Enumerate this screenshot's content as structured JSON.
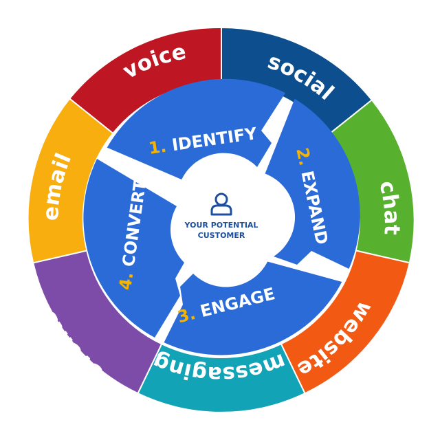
{
  "ring": [
    {
      "label": "voice",
      "color": "#be1622"
    },
    {
      "label": "social",
      "color": "#0d4e8e"
    },
    {
      "label": "chat",
      "color": "#57b12f"
    },
    {
      "label": "website",
      "color": "#f25a14"
    },
    {
      "label": "messaging",
      "color": "#13a3b6"
    },
    {
      "label": "events",
      "color": "#7d4ca8"
    },
    {
      "label": "email",
      "color": "#f8ae0f"
    }
  ],
  "steps": [
    {
      "num": "1.",
      "label": "IDENTIFY"
    },
    {
      "num": "2.",
      "label": "EXPAND"
    },
    {
      "num": "3.",
      "label": "ENGAGE"
    },
    {
      "num": "4.",
      "label": "CONVERT"
    }
  ],
  "center": {
    "icon": "person-icon",
    "line1": "YOUR POTENTIAL",
    "line2": "CUSTOMER"
  },
  "colors": {
    "step_fill": "#2a6bd8",
    "step_number": "#f4b400",
    "center_text": "#1c4f9c"
  }
}
